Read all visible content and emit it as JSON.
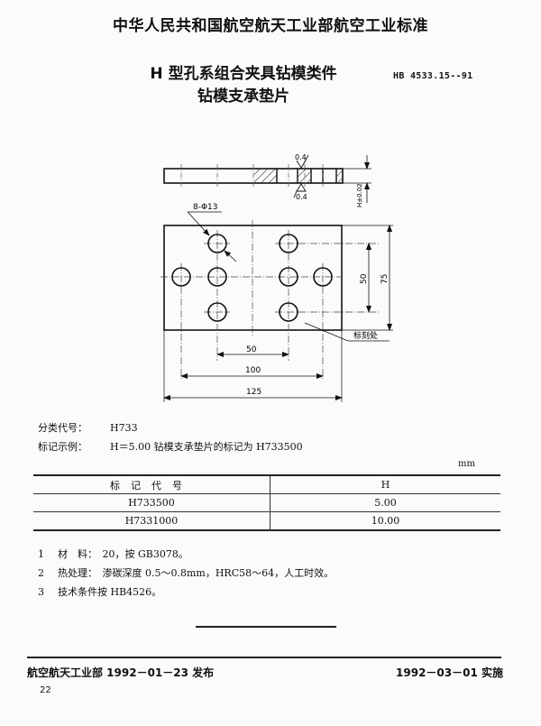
{
  "header": {
    "organization": "中华人民共和国航空航天工业部航空工业标准",
    "title_line1": "H 型孔系组合夹具钻模类件",
    "title_line2": "钻模支承垫片",
    "standard_code": "HB 4533.15--91"
  },
  "drawing": {
    "side_view": {
      "roughness_top": "0.4",
      "roughness_bottom": "0.4",
      "thickness_label": "H±0.02"
    },
    "plan_view": {
      "hole_callout": "8-Φ13",
      "dim_inner_vertical": "50",
      "dim_outer_vertical": "75",
      "dim_inner_horizontal": "50",
      "dim_middle_horizontal": "100",
      "dim_outer_horizontal": "125",
      "marking_label": "标刻处"
    }
  },
  "info": {
    "class_code_label": "分类代号：",
    "class_code_value": "H733",
    "marking_example_label": "标记示例：",
    "marking_example_value": "H＝5.00 钻模支承垫片的标记为 H733500"
  },
  "table": {
    "unit": "mm",
    "headers": [
      "标记代号",
      "H"
    ],
    "rows": [
      [
        "H733500",
        "5.00"
      ],
      [
        "H7331000",
        "10.00"
      ]
    ]
  },
  "notes": [
    {
      "num": "1",
      "text": "材　料：　20，按 GB3078。"
    },
    {
      "num": "2",
      "text": "热处理：　渗碳深度 0.5～0.8mm，HRC58～64，人工时效。"
    },
    {
      "num": "3",
      "text": "技术条件按 HB4526。"
    }
  ],
  "footer": {
    "issued": "航空航天工业部 1992－01－23 发布",
    "effective": "1992－03－01 实施",
    "page_number": "22"
  }
}
